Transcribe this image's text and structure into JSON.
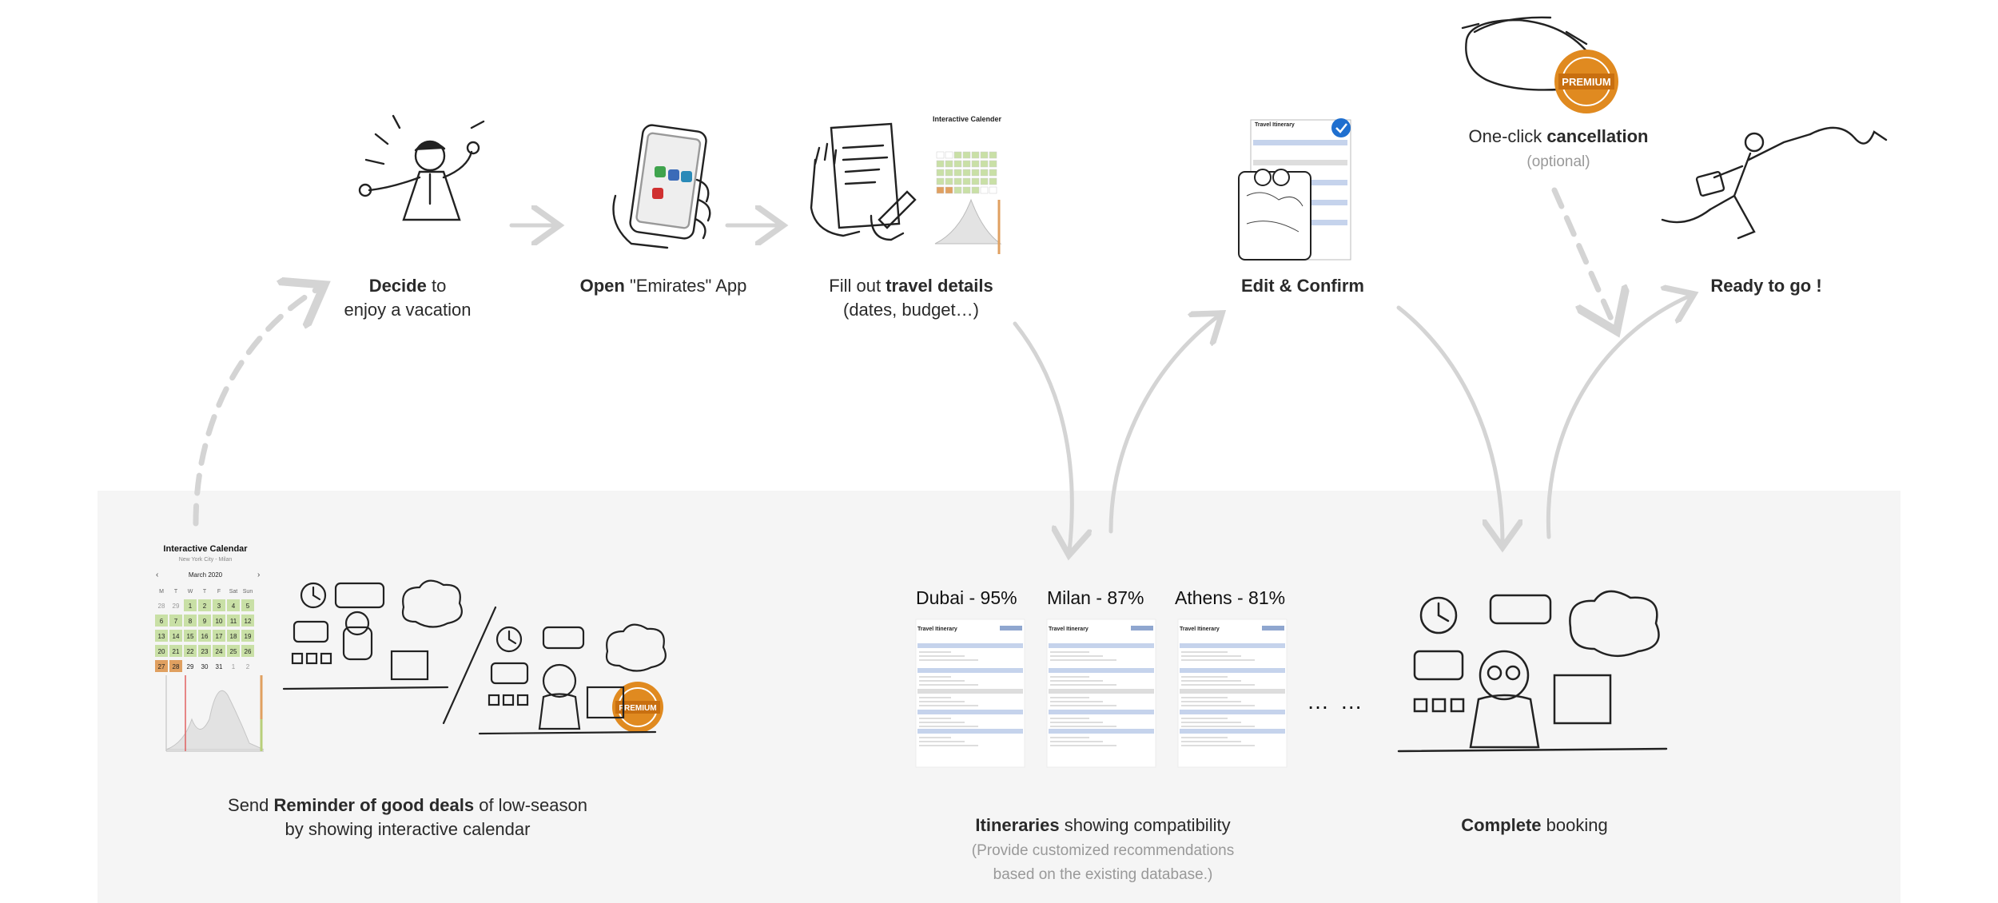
{
  "steps": {
    "decide": {
      "strong": "Decide",
      "rest": " to",
      "line2": "enjoy a vacation"
    },
    "open": {
      "strong": "Open",
      "rest": " \"Emirates\" App"
    },
    "fill": {
      "pre": "Fill out ",
      "strong": "travel details",
      "line2": "(dates, budget…)"
    },
    "edit": {
      "strong": "Edit & Confirm"
    },
    "cancel": {
      "pre": "One-click ",
      "strong": "cancellation",
      "line2": "(optional)"
    },
    "ready": {
      "strong": "Ready to go !"
    }
  },
  "lower": {
    "reminder": {
      "pre": "Send ",
      "strong": "Reminder of good deals",
      "rest": " of low-season",
      "line2": "by showing interactive calendar"
    },
    "itineraries": {
      "strong": "Itineraries",
      "rest": " showing compatibility",
      "sub1": "(Provide customized recommendations",
      "sub2": "based on the existing database.)"
    },
    "complete": {
      "strong": "Complete",
      "rest": " booking"
    }
  },
  "destinations": [
    {
      "label": "Dubai - 95%"
    },
    {
      "label": "Milan - 87%"
    },
    {
      "label": "Athens - 81%"
    }
  ],
  "more_dots": "… …",
  "calendar": {
    "title": "Interactive Calendar",
    "subtitle": "New York City - Milan",
    "month": "March 2020",
    "weekdays": [
      "M",
      "T",
      "W",
      "T",
      "F",
      "Sat",
      "Sun"
    ],
    "rows": [
      [
        "28",
        "29",
        "1",
        "2",
        "3",
        "4",
        "5"
      ],
      [
        "6",
        "7",
        "8",
        "9",
        "10",
        "11",
        "12"
      ],
      [
        "13",
        "14",
        "15",
        "16",
        "17",
        "18",
        "19"
      ],
      [
        "20",
        "21",
        "22",
        "23",
        "24",
        "25",
        "26"
      ],
      [
        "27",
        "28",
        "29",
        "30",
        "31",
        "1",
        "2"
      ]
    ]
  },
  "small_calendar_title": "Interactive Calender",
  "itinerary_title": "Travel Itinerary",
  "badge": {
    "text": "PREMIUM"
  },
  "colors": {
    "arrow": "#d4d4d4",
    "green": "#c9e0a6",
    "orange": "#e0a060",
    "blue": "#c5d3ec",
    "badge": "#e08a20"
  }
}
